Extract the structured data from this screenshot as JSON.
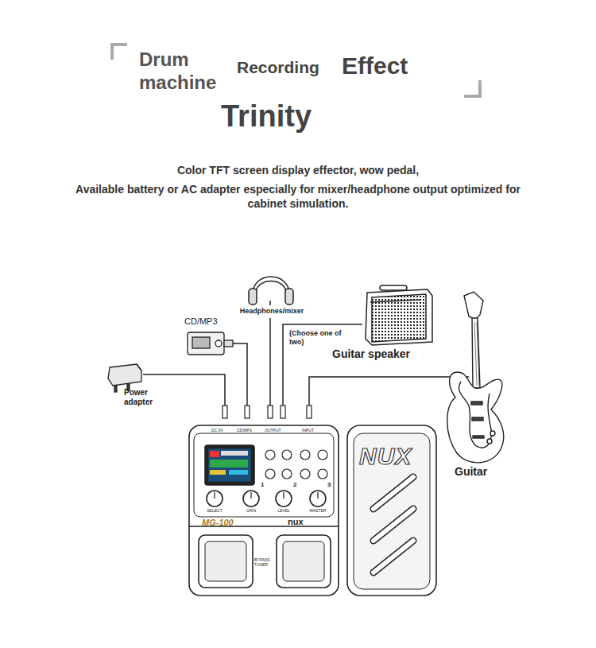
{
  "diagram": {
    "labels": [
      "Drum machine",
      "Recording",
      "Effect",
      "Trinity",
      "Color TFT screen display effector, wow pedal,",
      "Available battery or AC adapter especially for mixer/headphone output optimized for cabinet simulation.",
      "Headphones/mixer",
      "CD/MP3",
      "(Choose one of two)",
      "Guitar speaker",
      "Power adapter",
      "Guitar",
      "DC 9V",
      "CD/MP3",
      "OUTPUT",
      "INPUT",
      "1",
      "2",
      "3",
      "GAIN",
      "LEVEL",
      "MASTER",
      "SELECT",
      "MG-100",
      "nux",
      "BYPASS TUNER",
      "NUX"
    ]
  }
}
